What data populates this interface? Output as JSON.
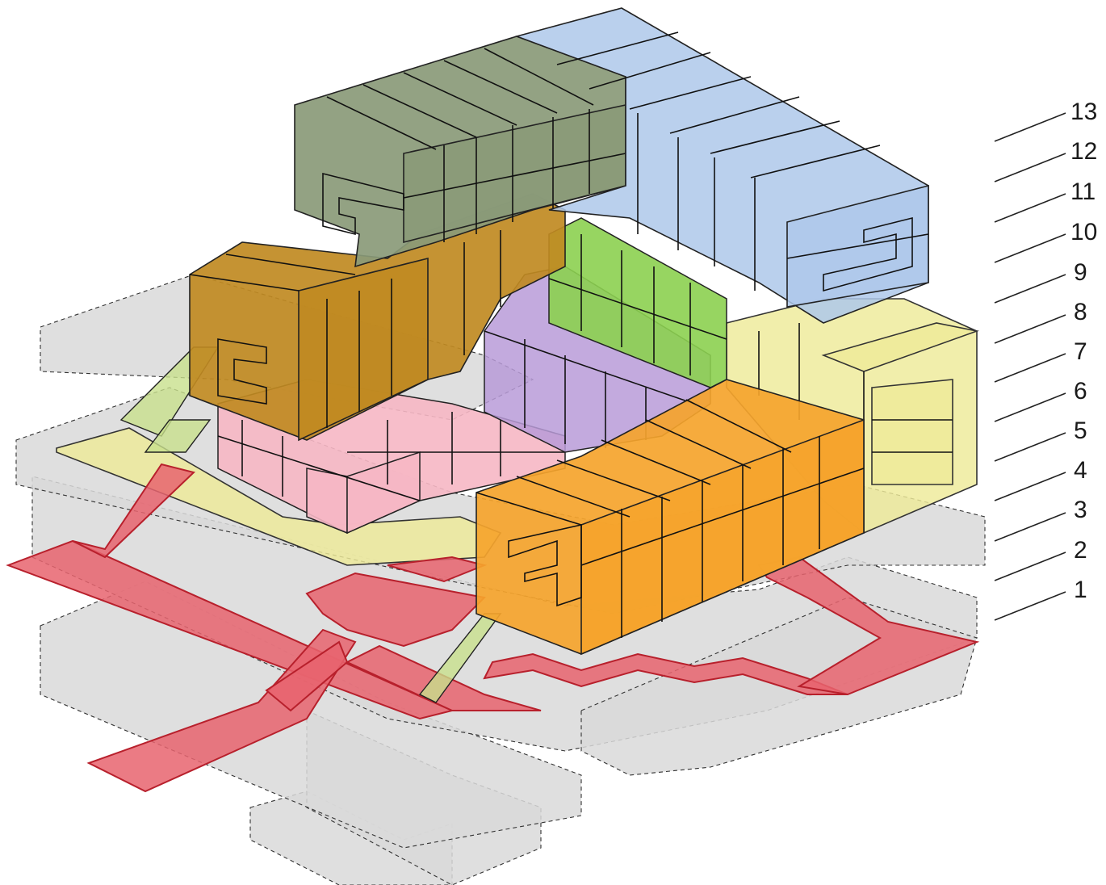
{
  "diagram": {
    "level_labels": [
      "13",
      "12",
      "11",
      "10",
      "9",
      "8",
      "7",
      "6",
      "5",
      "4",
      "3",
      "2",
      "1"
    ]
  },
  "colors": {
    "base_grey": "#d9d9d9",
    "circulation_red": "#e8646e",
    "yellow": "#eeea98",
    "pink": "#f6b7c4",
    "purple": "#b89bd8",
    "green": "#8cd050",
    "brown": "#c08a22",
    "olive": "#8a9a78",
    "blue": "#aec8ea",
    "orange": "#f5a42c"
  }
}
